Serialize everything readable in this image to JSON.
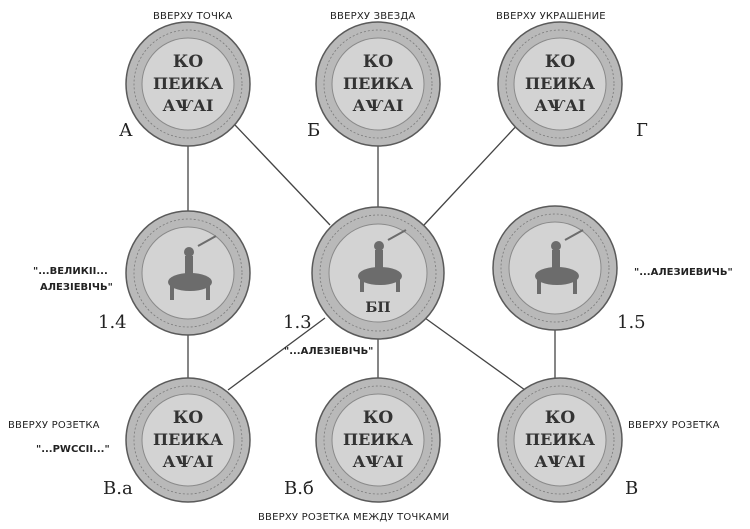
{
  "captions": {
    "top_dot": "ВВЕРХУ ТОЧКА",
    "top_star": "ВВЕРХУ ЗВЕЗДА",
    "top_ornament": "ВВЕРХУ УКРАШЕНИЕ",
    "top_rosette_left": "ВВЕРХУ РОЗЕТКА",
    "top_rosette_right": "ВВЕРХУ РОЗЕТКА",
    "top_rosette_between_dots": "ВВЕРХУ РОЗЕТКА МЕЖДУ ТОЧКАМИ"
  },
  "quotes": {
    "q14_line1": "\"...ВЕЛИКІІ...",
    "q14_line2": "АЛЕЗІЕВІЧЬ\"",
    "q13": "\"...АЛЕЗІЕВІЧЬ\"",
    "q15": "\"...АЛЕЗИЕВИЧЬ\"",
    "qBa": "\"...PWCCII...\""
  },
  "labels": {
    "A": "А",
    "B": "Б",
    "G": "Г",
    "v14": "1.4",
    "v13": "1.3",
    "v15": "1.5",
    "Va": "В.а",
    "Vb": "В.б",
    "V": "В"
  },
  "coins": {
    "reverse_lines": [
      "КО",
      "ПЕИКА",
      "АѰАІ"
    ]
  }
}
